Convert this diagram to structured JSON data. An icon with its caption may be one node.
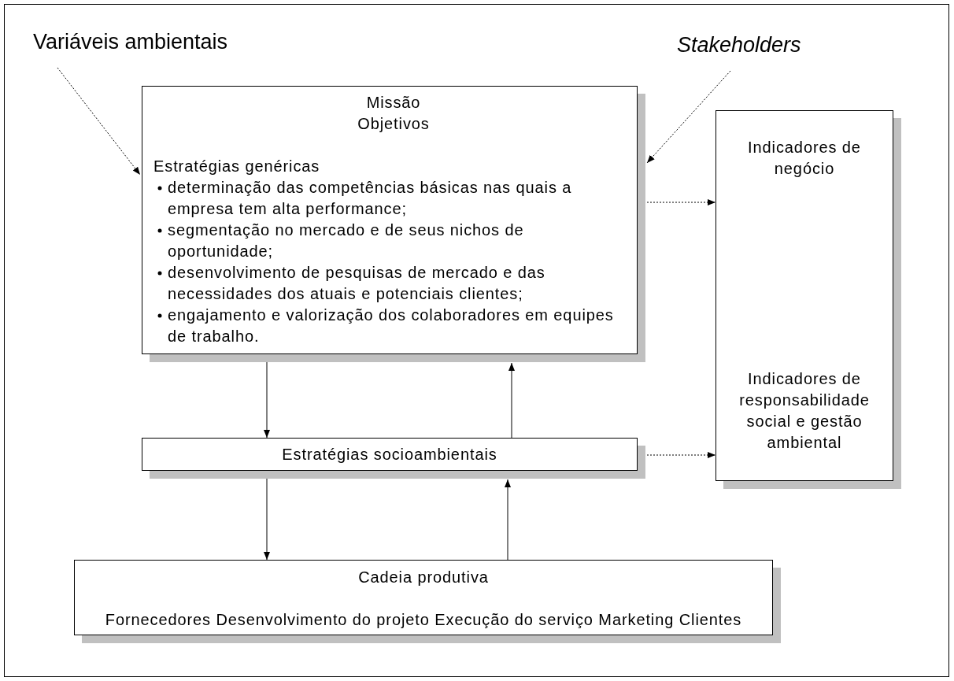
{
  "diagram": {
    "nodes": [
      {
        "text": [
          "Variáveis ambientais"
        ]
      },
      {
        "text": [
          "Stakeholders"
        ]
      },
      {
        "text": [
          "Missão",
          "Objetivos",
          "Estratégias genéricas",
          "determinação das competências básicas nas quais a empresa tem alta performance;",
          "segmentação no mercado e de seus nichos de oportunidade;",
          "desenvolvimento de pesquisas de mercado e das necessidades dos atuais e potenciais clientes;",
          "engajamento e valorização dos colaboradores em equipes de trabalho."
        ]
      },
      {
        "text": [
          "Indicadores de negócio",
          "Indicadores de responsabilidade social e gestão ambiental"
        ]
      },
      {
        "text": [
          "Estratégias socioambientais"
        ]
      },
      {
        "text": [
          "Cadeia produtiva",
          "Fornecedores Desenvolvimento do projeto Execução do serviço Marketing Clientes"
        ]
      }
    ],
    "edges": [
      {
        "from": 0,
        "to": 2,
        "arrow": "to",
        "style": "dashed"
      },
      {
        "from": 1,
        "to": 2,
        "arrow": "to",
        "style": "dashed"
      },
      {
        "from": 2,
        "to": 3,
        "arrow": "both",
        "style": "dashed"
      },
      {
        "from": 2,
        "to": 4,
        "arrow": "to"
      },
      {
        "from": 4,
        "to": 2,
        "arrow": "to"
      },
      {
        "from": 4,
        "to": 5,
        "arrow": "to"
      },
      {
        "from": 5,
        "to": 4,
        "arrow": "to"
      },
      {
        "from": 4,
        "to": 3,
        "arrow": "both",
        "style": "dashed"
      }
    ]
  }
}
